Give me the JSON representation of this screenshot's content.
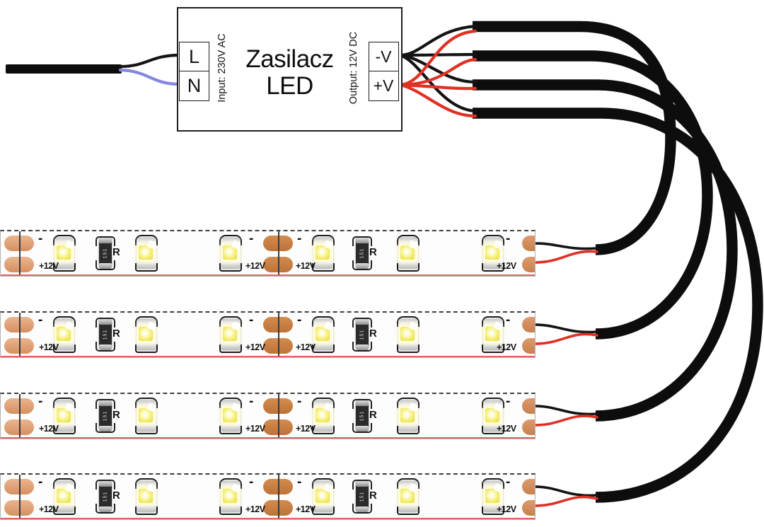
{
  "psu": {
    "title_line1": "Zasilacz",
    "title_line2": "LED",
    "input_label": "Input: 230V AC",
    "output_label": "Output: 12V DC",
    "terminals": {
      "live": "L",
      "neutral": "N",
      "minus": "-V",
      "plus": "+V"
    }
  },
  "led_strip": {
    "minus_label": "-",
    "plus_label": "+12V",
    "resistor_label": "R",
    "resistor_code": "151",
    "strip_count": 4,
    "segments_per_strip": 2,
    "leds_per_segment": 3
  },
  "colors": {
    "wire_black": "#141414",
    "wire_red": "#e03024",
    "wire_blue": "#8585e2",
    "cable_black": "#0d0d0d",
    "pad_copper": "#d6935f",
    "led_chip_yellow": "#f2ea60",
    "strip_cut_red": "#e04848"
  }
}
